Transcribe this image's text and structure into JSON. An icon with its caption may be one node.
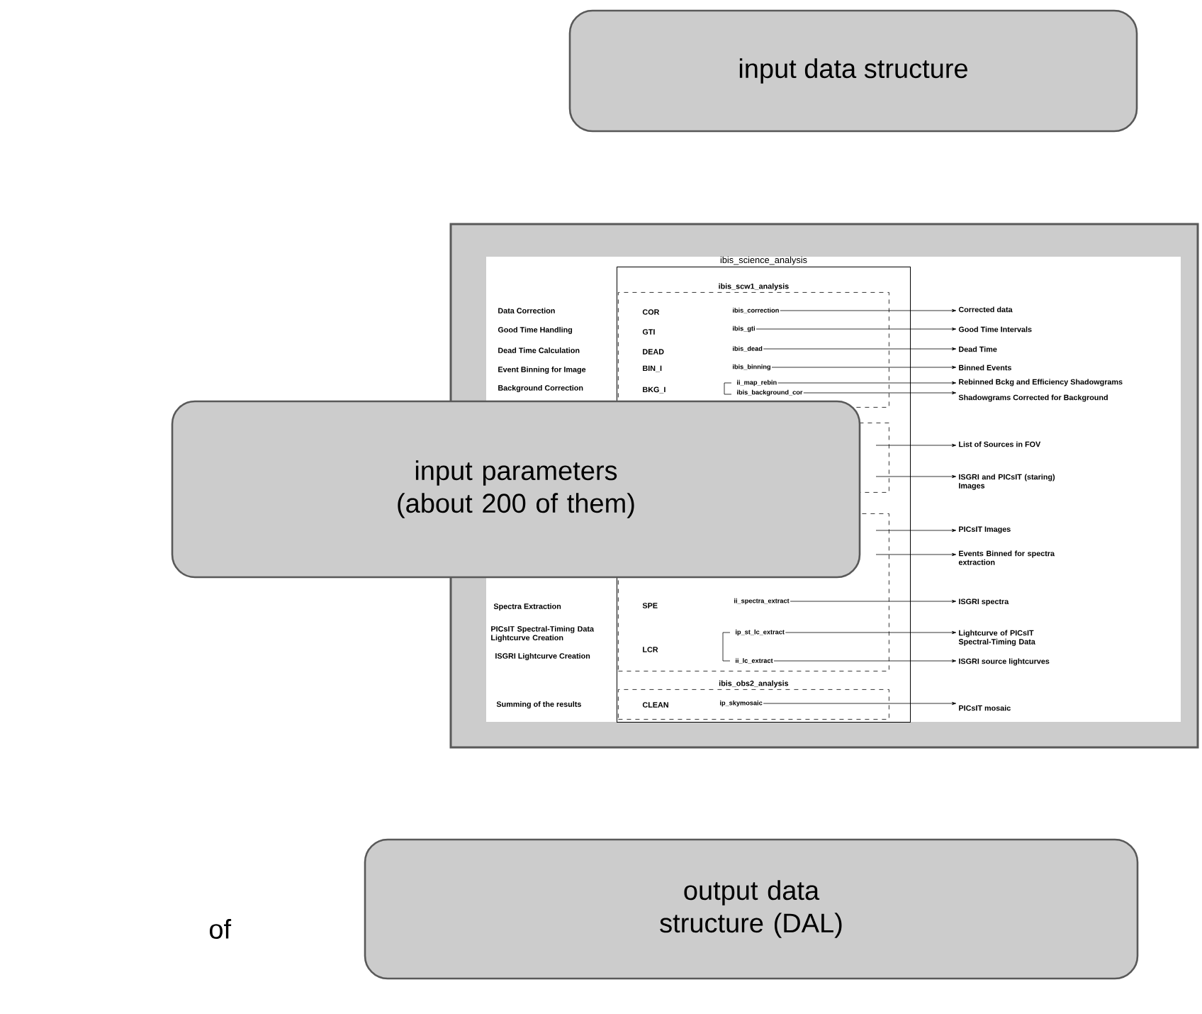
{
  "diagram": {
    "nodes": [
      {
        "text": [
          "input data structure"
        ]
      },
      {
        "text": [
          "ibis_science_analysis"
        ]
      },
      {
        "text": [
          "ibis_scw1_analysis"
        ],
        "in": 1
      },
      {
        "text": [
          "ibis_correction"
        ],
        "in": 2
      },
      {
        "text": [
          "ibis_gti"
        ],
        "in": 2
      },
      {
        "text": [
          "ibis_dead"
        ],
        "in": 2
      },
      {
        "text": [
          "ibis_binning"
        ],
        "in": 2
      },
      {
        "text": [
          "ii_map_rebin"
        ],
        "in": 2
      },
      {
        "text": [
          "ibis_background_cor"
        ],
        "in": 2
      },
      {
        "text": [],
        "shape": "box",
        "in": 1
      },
      {
        "text": [],
        "shape": "box",
        "in": 1
      },
      {
        "text": [
          "ii_spectra_extract"
        ],
        "in": 10
      },
      {
        "text": [
          "ip_st_lc_extract"
        ],
        "in": 10
      },
      {
        "text": [
          "ii_lc_extract"
        ],
        "in": 10
      },
      {
        "text": [
          "ibis_obs2_analysis"
        ],
        "in": 1
      },
      {
        "text": [
          "ip_skymosaic"
        ],
        "in": 14
      },
      {
        "text": [
          "Corrected data"
        ]
      },
      {
        "text": [
          "Good Time Intervals"
        ]
      },
      {
        "text": [
          "Dead Time"
        ]
      },
      {
        "text": [
          "Binned Events"
        ]
      },
      {
        "text": [
          "Rebinned Bckg and Efficiency Shadowgrams"
        ]
      },
      {
        "text": [
          "Shadowgrams Corrected  for Background"
        ]
      },
      {
        "text": [
          "List of Sources in FOV"
        ]
      },
      {
        "text": [
          "ISGRI and PICsIT (staring) Images"
        ]
      },
      {
        "text": [
          "PICsIT Images"
        ]
      },
      {
        "text": [
          "Events Binned for spectra extraction"
        ]
      },
      {
        "text": [
          "ISGRI spectra"
        ]
      },
      {
        "text": [
          "Lightcurve of PICsIT Spectral-Timing Data"
        ]
      },
      {
        "text": [
          "ISGRI source lightcurves"
        ]
      },
      {
        "text": [
          "PICsIT mosaic"
        ]
      },
      {
        "text": [
          "input parameters (about 200 of them)"
        ]
      },
      {
        "text": [
          "output data structure (DAL)"
        ]
      }
    ],
    "edges": [
      {
        "from": 3,
        "to": 16,
        "arrow": "to"
      },
      {
        "from": 4,
        "to": 17,
        "arrow": "to"
      },
      {
        "from": 5,
        "to": 18,
        "arrow": "to"
      },
      {
        "from": 6,
        "to": 19,
        "arrow": "to"
      },
      {
        "from": 7,
        "to": 20,
        "arrow": "to"
      },
      {
        "from": 8,
        "to": 21,
        "arrow": "to"
      },
      {
        "from": 9,
        "to": 22,
        "arrow": "to"
      },
      {
        "from": 9,
        "to": 23,
        "arrow": "to"
      },
      {
        "from": 10,
        "to": 24,
        "arrow": "to"
      },
      {
        "from": 10,
        "to": 25,
        "arrow": "to"
      },
      {
        "from": 11,
        "to": 26,
        "arrow": "to"
      },
      {
        "from": 12,
        "to": 27,
        "arrow": "to"
      },
      {
        "from": 13,
        "to": 28,
        "arrow": "to"
      },
      {
        "from": 15,
        "to": 29,
        "arrow": "to"
      }
    ],
    "labels": [
      "Data Correction",
      "COR",
      "Good Time Handling",
      "GTI",
      "Dead Time Calculation",
      "DEAD",
      "Event Binning for Image",
      "BIN_I",
      "Background Correction",
      "BKG_I",
      "Spectra Extraction",
      "SPE",
      "PICsIT Spectral-Timing Data Lightcurve Creation",
      "LCR",
      "ISGRI Lightcurve Creation",
      "Summing of the results",
      "CLEAN",
      "of"
    ]
  }
}
